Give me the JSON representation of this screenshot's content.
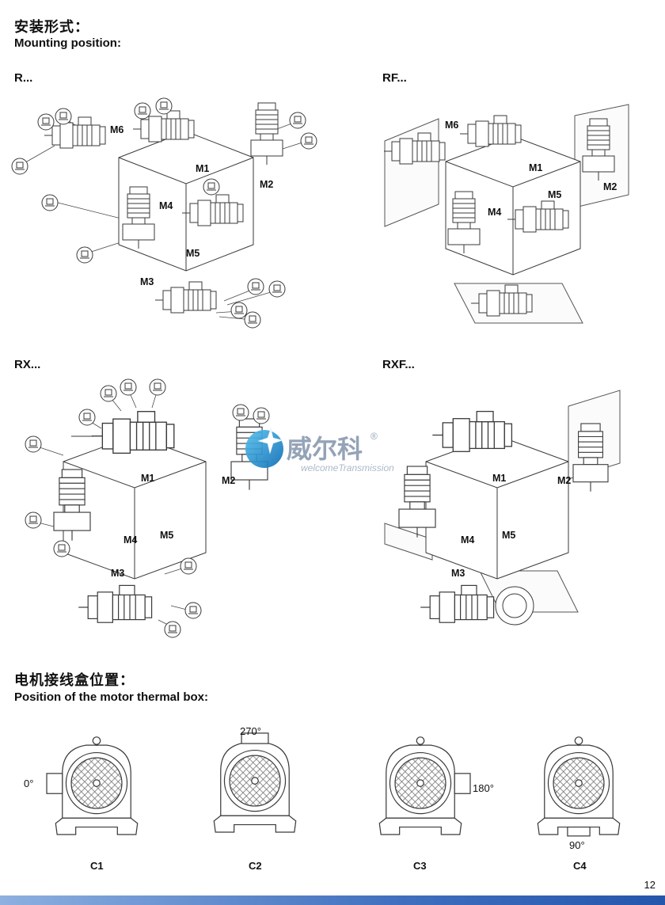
{
  "header": {
    "title_cn": "安装形式：",
    "title_en": "Mounting position:"
  },
  "diagrams": {
    "r": {
      "label": "R...",
      "m1": "M1",
      "m2": "M2",
      "m3": "M3",
      "m4": "M4",
      "m5": "M5",
      "m6": "M6"
    },
    "rf": {
      "label": "RF...",
      "m1": "M1",
      "m2": "M2",
      "m4": "M4",
      "m5": "M5",
      "m6": "M6"
    },
    "rx": {
      "label": "RX...",
      "m1": "M1",
      "m2": "M2",
      "m3": "M3",
      "m4": "M4",
      "m5": "M5"
    },
    "rxf": {
      "label": "RXF...",
      "m1": "M1",
      "m2": "M2",
      "m3": "M3",
      "m4": "M4",
      "m5": "M5"
    }
  },
  "watermark": {
    "brand": "威尔科",
    "registered": "®",
    "tagline": "welcomeTransmission"
  },
  "thermal": {
    "title_cn": "电机接线盒位置：",
    "title_en": "Position of the motor thermal box:",
    "views": [
      {
        "label": "C1",
        "angle": "0°"
      },
      {
        "label": "C2",
        "angle": "270°"
      },
      {
        "label": "C3",
        "angle": "180°"
      },
      {
        "label": "C4",
        "angle": "90°"
      }
    ]
  },
  "footer": {
    "page_number": "12"
  },
  "colors": {
    "line": "#3a3a3a",
    "watermark_blue": "#1b86c9",
    "watermark_text": "#8b9cb1",
    "footer_bar_left": "#8db0e0",
    "footer_bar_right": "#2456ac"
  }
}
